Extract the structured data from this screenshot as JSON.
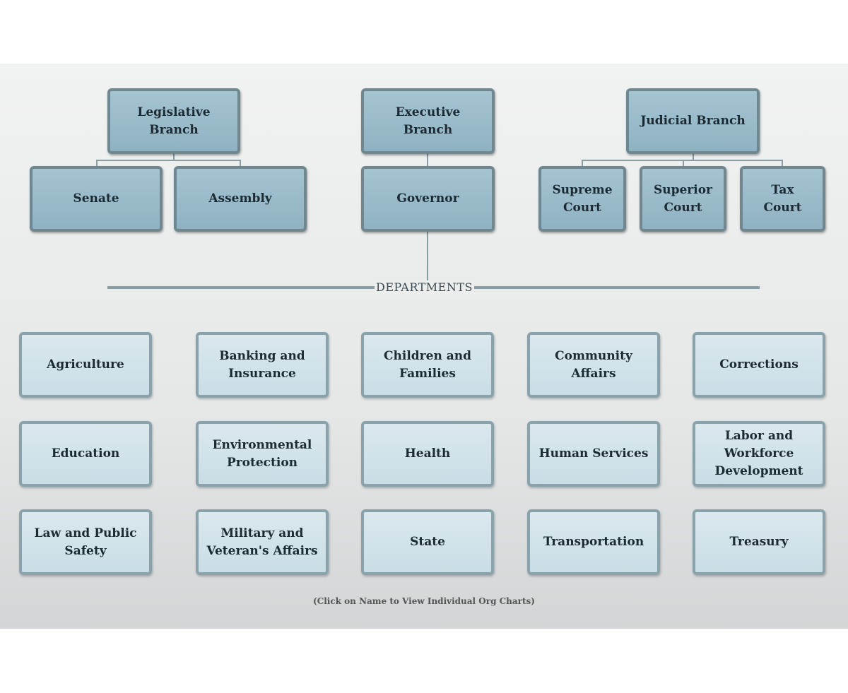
{
  "branches": {
    "legislative": {
      "title": "Legislative\nBranch",
      "children": [
        "Senate",
        "Assembly"
      ]
    },
    "executive": {
      "title": "Executive\nBranch",
      "children": [
        "Governor"
      ]
    },
    "judicial": {
      "title": "Judicial Branch",
      "children": [
        "Supreme\nCourt",
        "Superior\nCourt",
        "Tax\nCourt"
      ]
    }
  },
  "departments_label": "DEPARTMENTS",
  "departments": [
    "Agriculture",
    "Banking and\nInsurance",
    "Children and\nFamilies",
    "Community\nAffairs",
    "Corrections",
    "Education",
    "Environmental\nProtection",
    "Health",
    "Human Services",
    "Labor and\nWorkforce\nDevelopment",
    "Law and Public\nSafety",
    "Military and\nVeteran's Affairs",
    "State",
    "Transportation",
    "Treasury"
  ],
  "footer": "(Click on Name to View Individual Org Charts)"
}
